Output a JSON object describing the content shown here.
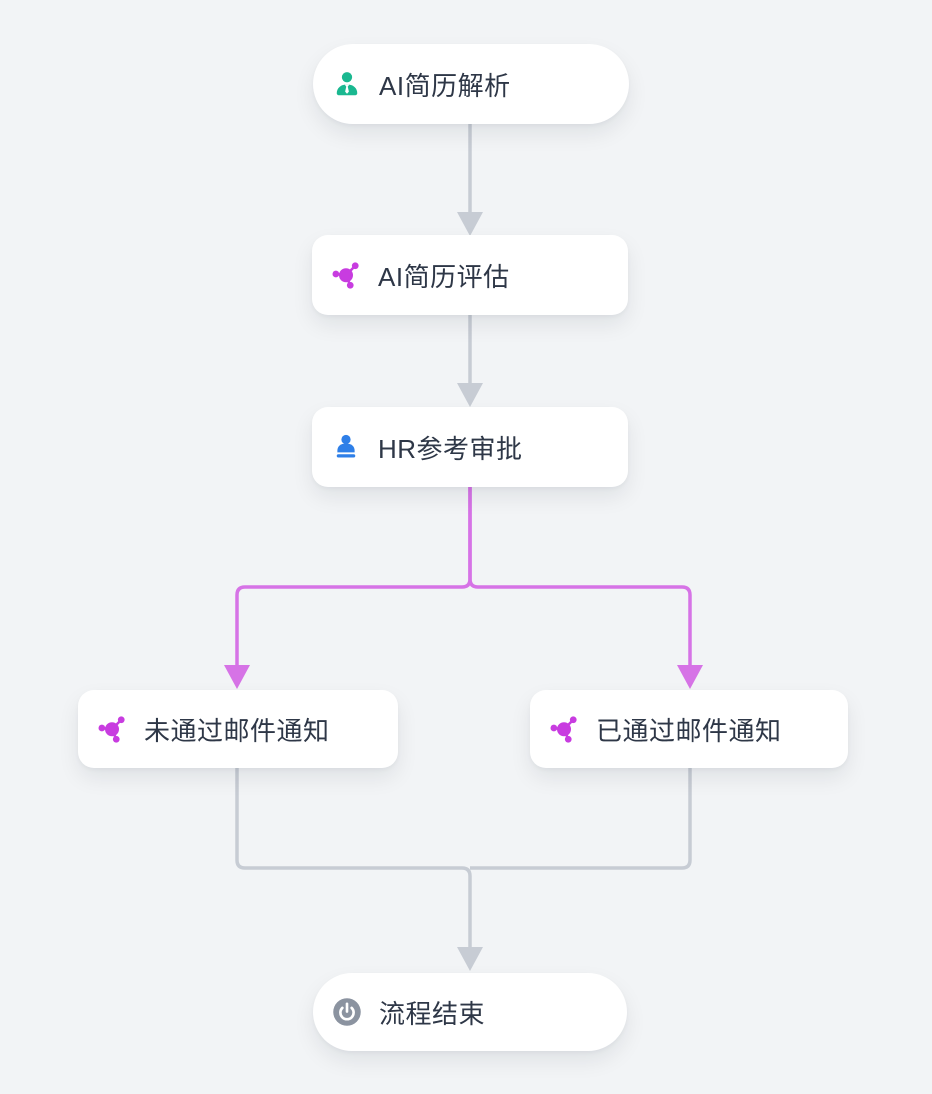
{
  "colors": {
    "page_bg": "#f2f4f6",
    "node_bg": "#ffffff",
    "node_text": "#2e3747",
    "edge_gray": "#c7ccd4",
    "edge_purple": "#d673e6",
    "icon_green": "#1ab890",
    "icon_magenta": "#c83ce0",
    "icon_blue": "#2e7fe8",
    "icon_gray": "#8b93a0"
  },
  "workflow": {
    "nodes": [
      {
        "id": "start",
        "label": "AI简历解析",
        "icon": "user-icon",
        "icon_color": "#1ab890",
        "shape": "pill"
      },
      {
        "id": "evaluate",
        "label": "AI简历评估",
        "icon": "ai-hub-icon",
        "icon_color": "#c83ce0",
        "shape": "rounded"
      },
      {
        "id": "approve",
        "label": "HR参考审批",
        "icon": "stamp-icon",
        "icon_color": "#2e7fe8",
        "shape": "rounded"
      },
      {
        "id": "reject-mail",
        "label": "未通过邮件通知",
        "icon": "ai-hub-icon",
        "icon_color": "#c83ce0",
        "shape": "rounded"
      },
      {
        "id": "pass-mail",
        "label": "已通过邮件通知",
        "icon": "ai-hub-icon",
        "icon_color": "#c83ce0",
        "shape": "rounded"
      },
      {
        "id": "end",
        "label": "流程结束",
        "icon": "power-icon",
        "icon_color": "#8b93a0",
        "shape": "pill"
      }
    ],
    "edges": [
      {
        "from": "AI简历解析",
        "to": "AI简历评估",
        "color": "gray"
      },
      {
        "from": "AI简历评估",
        "to": "HR参考审批",
        "color": "gray"
      },
      {
        "from": "HR参考审批",
        "to": "未通过邮件通知",
        "color": "purple"
      },
      {
        "from": "HR参考审批",
        "to": "已通过邮件通知",
        "color": "purple"
      },
      {
        "from": "未通过邮件通知",
        "to": "流程结束",
        "color": "gray"
      },
      {
        "from": "已通过邮件通知",
        "to": "流程结束",
        "color": "gray"
      }
    ]
  }
}
